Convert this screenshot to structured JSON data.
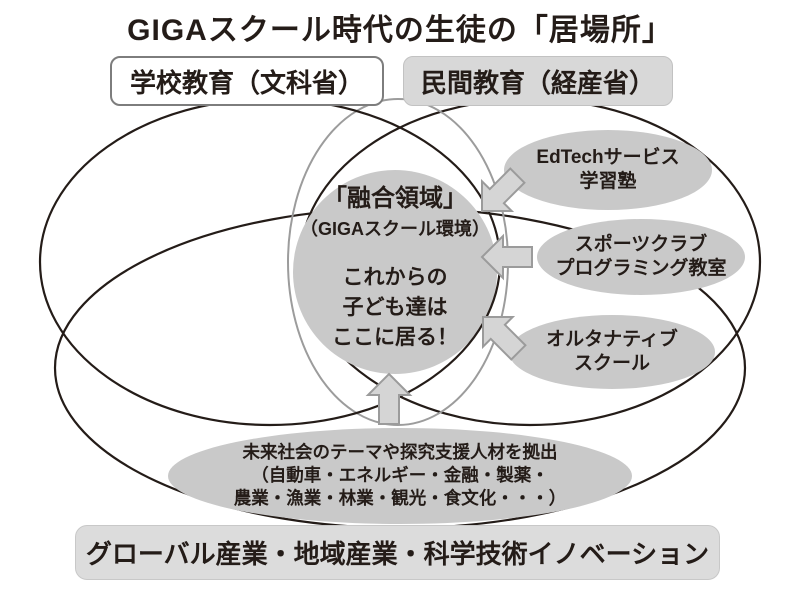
{
  "title": "GIGAスクール時代の生徒の「居場所」",
  "boxes": {
    "school": "学校教育（文科省）",
    "private": "民間教育（経産省）"
  },
  "center": {
    "line1": "「融合領域」",
    "line2": "（GIGAスクール環境）",
    "line3": "これからの",
    "line4": "子ども達は",
    "line5": "ここに居る！"
  },
  "satellites": [
    {
      "line1": "EdTechサービス",
      "line2": "学習塾"
    },
    {
      "line1": "スポーツクラブ",
      "line2": "プログラミング教室"
    },
    {
      "line1": "オルタナティブ",
      "line2": "スクール"
    }
  ],
  "bottom_ellipse": {
    "line1": "未来社会のテーマや探究支援人材を拠出",
    "line2": "（自動車・エネルギー・金融・製薬・",
    "line3": "農業・漁業・林業・観光・食文化・・・）"
  },
  "bottom_bar": "グローバル産業・地域産業・科学技術イノベーション",
  "colors": {
    "ink": "#241c18",
    "gray-fill": "#c9c9c9",
    "gray-box": "#d8d8d8",
    "bar-bg": "#dcdcdc",
    "arrow-fill": "#d5d5d5",
    "arrow-stroke": "#9b9b9b",
    "gray-ellipse-stroke": "#9c9c9c",
    "white-box-border": "#7d7d7d"
  }
}
